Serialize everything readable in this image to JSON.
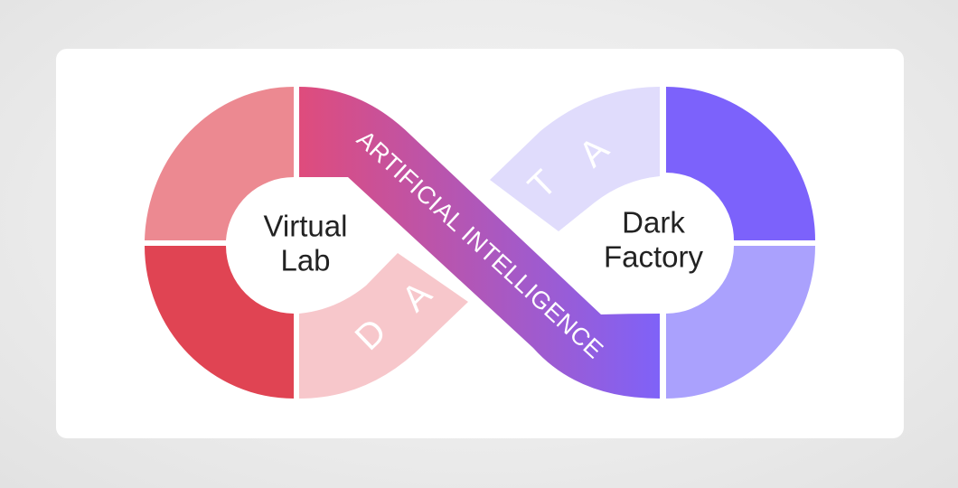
{
  "hubs": {
    "left": {
      "line1": "Virtual",
      "line2": "Lab"
    },
    "right": {
      "line1": "Dark",
      "line2": "Factory"
    }
  },
  "band": {
    "label": "ARTIFICIAL INTELLIGENCE"
  },
  "data_letters": {
    "left": [
      "D",
      "A"
    ],
    "right": [
      "T",
      "A"
    ]
  },
  "colors": {
    "left_upper_quadrant": "#ec8991",
    "left_lower_quadrant": "#e04453",
    "left_bottom_right_quadrant": "#f7c7cb",
    "right_upper_left_quadrant": "#e0dcfc",
    "right_upper_quadrant": "#7c62fb",
    "right_lower_quadrant": "#aaa1fd",
    "band_start": "#df4c7c",
    "band_end": "#7f62f8"
  }
}
